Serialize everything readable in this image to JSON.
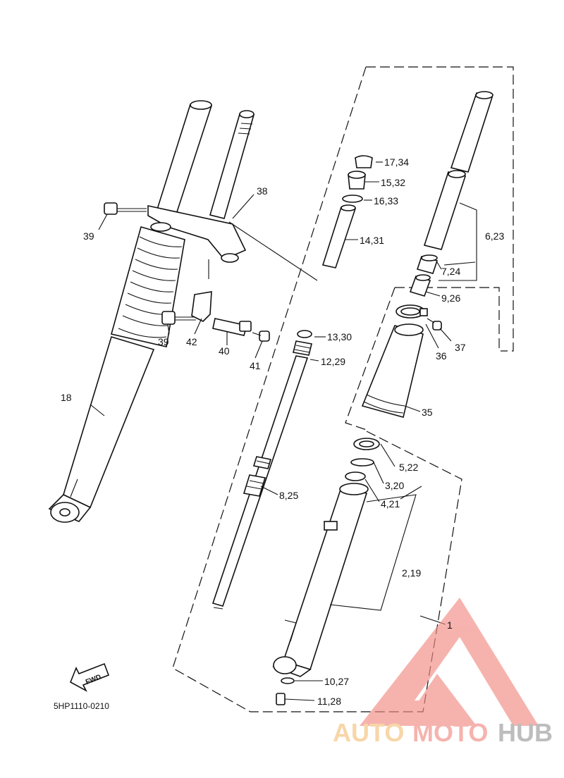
{
  "diagram_code": "5HP1110-0210",
  "fwd_label": "FWD",
  "watermark": {
    "auto": "AUTO",
    "moto": "MOTO",
    "hub": "HUB",
    "auto_color": "#f4c17a",
    "moto_color": "#f28b84",
    "hub_color": "#9a9a9a",
    "logo_color": "#f28b84"
  },
  "callouts": {
    "p1": "1",
    "p2_19": "2,19",
    "p3_20": "3,20",
    "p4_21": "4,21",
    "p5_22": "5,22",
    "p6_23": "6,23",
    "p7_24": "7,24",
    "p8_25": "8,25",
    "p9_26": "9,26",
    "p10_27": "10,27",
    "p11_28": "11,28",
    "p12_29": "12,29",
    "p13_30": "13,30",
    "p14_31": "14,31",
    "p15_32": "15,32",
    "p16_33": "16,33",
    "p17_34": "17,34",
    "p18": "18",
    "p35": "35",
    "p36": "36",
    "p37": "37",
    "p38": "38",
    "p39a": "39",
    "p39b": "39",
    "p40": "40",
    "p41": "41",
    "p42": "42"
  }
}
